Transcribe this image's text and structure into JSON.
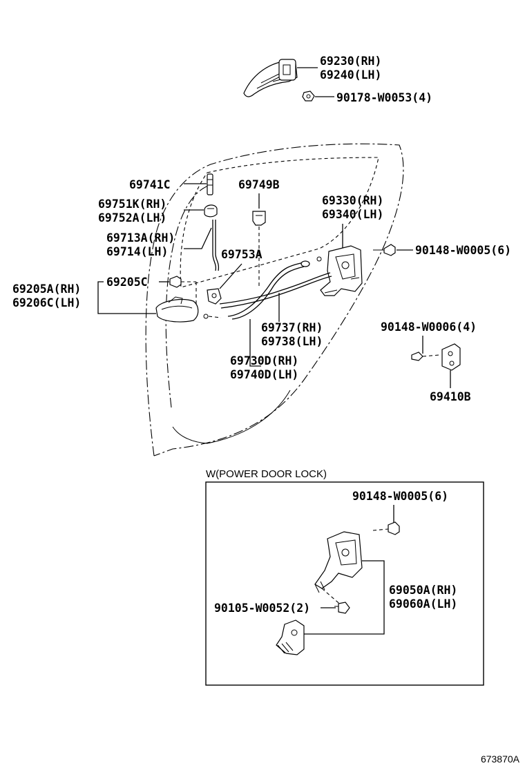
{
  "labels": {
    "outer_handle_rh": "69230(RH)",
    "outer_handle_lh": "69240(LH)",
    "nut": "90178-W0053(4)",
    "rod_guide": "69741C",
    "knob_rh": "69751K(RH)",
    "knob_lh": "69752A(LH)",
    "rod_rh": "69713A(RH)",
    "rod_lh": "69714(LH)",
    "clip_b": "69749B",
    "clip_a": "69753A",
    "lock_rh": "69330(RH)",
    "lock_lh": "69340(LH)",
    "screw_6": "90148-W0005(6)",
    "inside_handle_rh": "69205A(RH)",
    "inside_handle_lh": "69206C(LH)",
    "inside_handle_screw": "69205C",
    "cable_rh": "69737(RH)",
    "cable_lh": "69738(LH)",
    "cable_assy_rh": "69730D(RH)",
    "cable_assy_lh": "69740D(LH)",
    "screw_4": "90148-W0006(4)",
    "striker": "69410B"
  },
  "inset": {
    "title": "W(POWER DOOR LOCK)",
    "screw_6": "90148-W0005(6)",
    "bolt_2": "90105-W0052(2)",
    "lock_rh": "69050A(RH)",
    "lock_lh": "69060A(LH)"
  },
  "footer": {
    "code": "673870A"
  }
}
